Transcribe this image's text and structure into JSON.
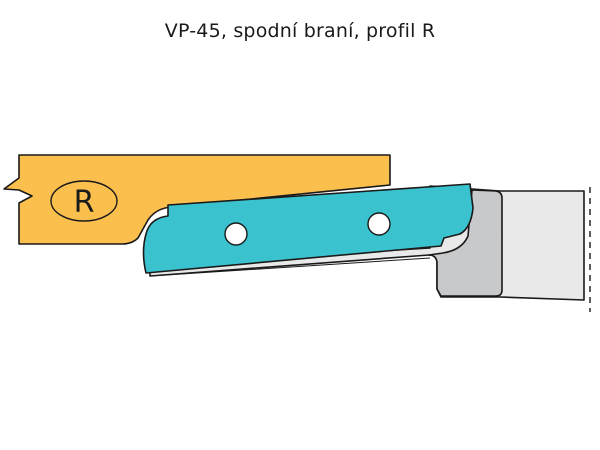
{
  "title": "VP-45, spodní braní, profil R",
  "profile_letter": "R",
  "colors": {
    "workpiece": "#fbbf4e",
    "knife": "#3bc2cf",
    "holder_light": "#e9e9e9",
    "holder_mid": "#c8c9cb",
    "background": "#ffffff",
    "outline": "#1a1a1a"
  },
  "icons": {
    "workpiece": "wood-board-shape",
    "knife": "profile-knife-shape",
    "holder": "cutter-head-shape"
  }
}
